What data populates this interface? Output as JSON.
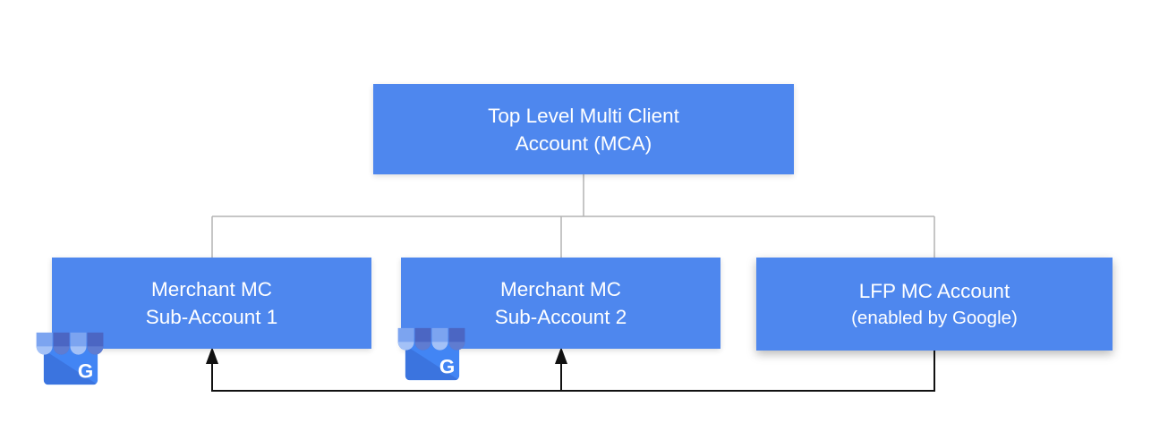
{
  "colors": {
    "node_fill": "#4E87EE",
    "connector": "#b3b3b3",
    "arrow": "#111111",
    "node_text": "#ffffff",
    "icon_body": "#4285F4",
    "icon_body_shade": "#3B74DF",
    "icon_stripe_light": "#7CA4F0",
    "icon_stripe_light_scallop": "#A3C1F7",
    "icon_stripe_dark": "#4B66C3",
    "icon_stripe_dark_scallop": "#5F7CD1"
  },
  "nodes": {
    "mca": {
      "line1": "Top Level Multi Client",
      "line2": "Account (MCA)"
    },
    "sub1": {
      "line1": "Merchant MC",
      "line2": "Sub-Account 1"
    },
    "sub2": {
      "line1": "Merchant MC",
      "line2": "Sub-Account 2"
    },
    "lfp": {
      "line1": "LFP MC Account",
      "line2": "(enabled by Google)"
    }
  },
  "icons": {
    "business": {
      "letter": "G"
    }
  }
}
